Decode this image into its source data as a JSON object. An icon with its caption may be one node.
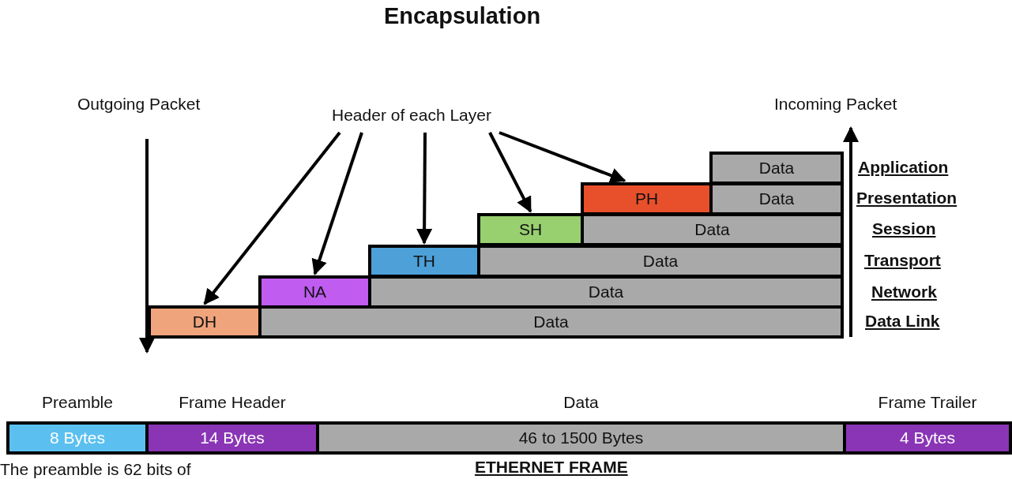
{
  "diagram": {
    "title": "Encapsulation",
    "nodes": [
      {
        "text": [
          "Header of each Layer"
        ]
      },
      {
        "text": [
          "Data"
        ]
      },
      {
        "text": [
          "PH"
        ]
      },
      {
        "text": [
          "Data"
        ]
      },
      {
        "text": [
          "SH"
        ]
      },
      {
        "text": [
          "Data"
        ]
      },
      {
        "text": [
          "TH"
        ]
      },
      {
        "text": [
          "Data"
        ]
      },
      {
        "text": [
          "NA"
        ]
      },
      {
        "text": [
          "Data"
        ]
      },
      {
        "text": [
          "DH"
        ]
      },
      {
        "text": [
          "Data"
        ]
      },
      {
        "text": [
          "Preamble",
          "8 Bytes"
        ]
      },
      {
        "text": [
          "Frame Header",
          "14 Bytes"
        ]
      },
      {
        "text": [
          "Data",
          "46 to 1500 Bytes"
        ]
      },
      {
        "text": [
          "Frame Trailer",
          "4 Bytes"
        ]
      }
    ],
    "edges": [
      {
        "from": 0,
        "to": 10,
        "arrow": "to"
      },
      {
        "from": 0,
        "to": 8,
        "arrow": "to"
      },
      {
        "from": 0,
        "to": 6,
        "arrow": "to"
      },
      {
        "from": 0,
        "to": 4,
        "arrow": "to"
      },
      {
        "from": 0,
        "to": 2,
        "arrow": "to"
      }
    ],
    "labels": [
      "Outgoing Packet",
      "Incoming Packet",
      "Application",
      "Presentation",
      "Session",
      "Transport",
      "Network",
      "Data Link",
      "ETHERNET FRAME",
      "The preamble is 62 bits of"
    ]
  }
}
